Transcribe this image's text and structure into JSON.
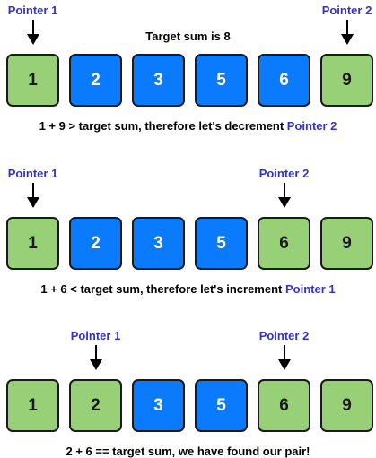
{
  "title": "Target sum is 8",
  "colors": {
    "green": "#97d077",
    "blue": "#0a7bff",
    "pointer_text": "#3333cc"
  },
  "steps": [
    {
      "pointers": [
        {
          "label": "Pointer 1",
          "index": 0
        },
        {
          "label": "Pointer 2",
          "index": 5
        }
      ],
      "cells": [
        {
          "value": "1",
          "color": "green"
        },
        {
          "value": "2",
          "color": "blue"
        },
        {
          "value": "3",
          "color": "blue"
        },
        {
          "value": "5",
          "color": "blue"
        },
        {
          "value": "6",
          "color": "blue"
        },
        {
          "value": "9",
          "color": "green"
        }
      ],
      "caption": "1 + 9 > target sum, therefore let's decrement ",
      "caption_pointer": "Pointer 2"
    },
    {
      "pointers": [
        {
          "label": "Pointer 1",
          "index": 0
        },
        {
          "label": "Pointer 2",
          "index": 4
        }
      ],
      "cells": [
        {
          "value": "1",
          "color": "green"
        },
        {
          "value": "2",
          "color": "blue"
        },
        {
          "value": "3",
          "color": "blue"
        },
        {
          "value": "5",
          "color": "blue"
        },
        {
          "value": "6",
          "color": "green"
        },
        {
          "value": "9",
          "color": "green"
        }
      ],
      "caption": "1 + 6 < target sum, therefore let's increment ",
      "caption_pointer": "Pointer 1"
    },
    {
      "pointers": [
        {
          "label": "Pointer 1",
          "index": 1
        },
        {
          "label": "Pointer 2",
          "index": 4
        }
      ],
      "cells": [
        {
          "value": "1",
          "color": "green"
        },
        {
          "value": "2",
          "color": "green"
        },
        {
          "value": "3",
          "color": "blue"
        },
        {
          "value": "5",
          "color": "blue"
        },
        {
          "value": "6",
          "color": "green"
        },
        {
          "value": "9",
          "color": "green"
        }
      ],
      "caption": "2 + 6 == target sum, we have found our pair!",
      "caption_pointer": ""
    }
  ]
}
